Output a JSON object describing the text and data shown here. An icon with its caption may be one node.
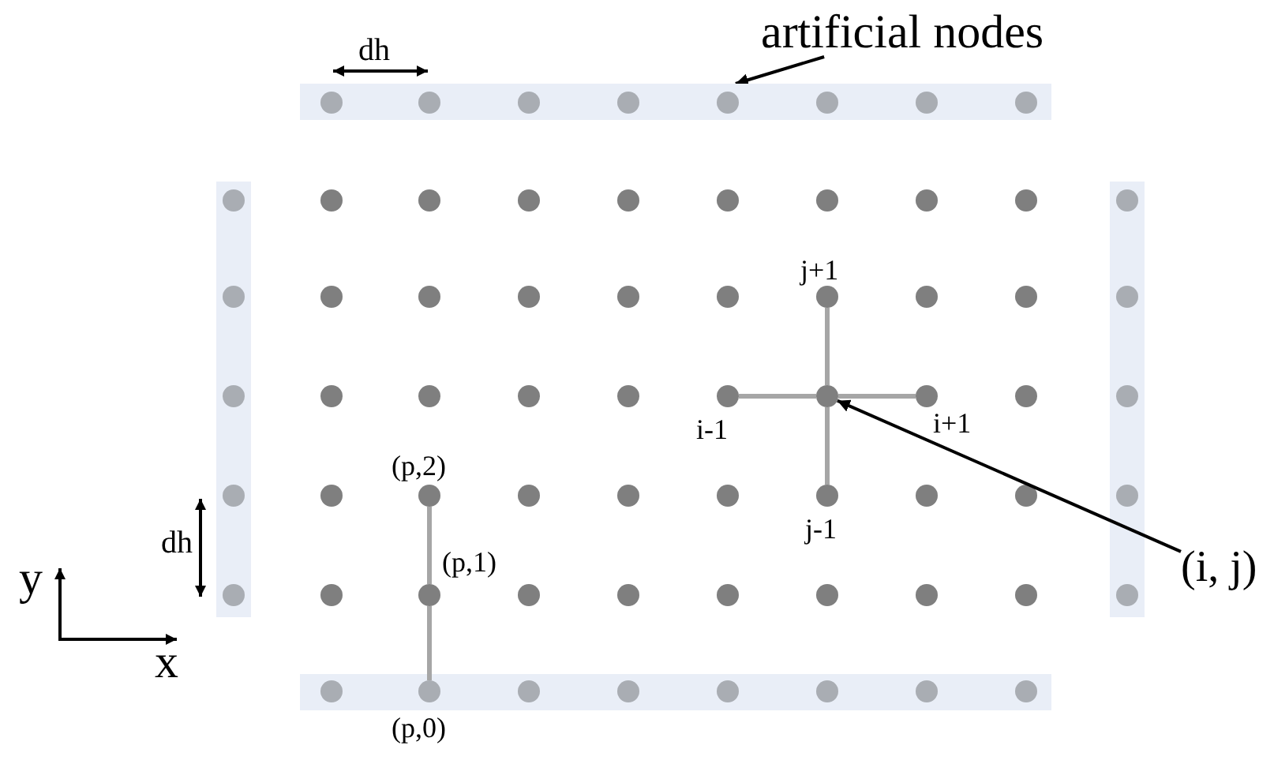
{
  "diagram": {
    "nodes": [
      {
        "text": [
          "artificial nodes"
        ]
      },
      {
        "text": [],
        "shape": "bar"
      },
      {
        "text": [],
        "shape": "circle",
        "beside": [
          "j+1"
        ]
      },
      {
        "text": [],
        "shape": "circle",
        "beside": [
          "i-1"
        ]
      },
      {
        "text": [],
        "shape": "circle"
      },
      {
        "text": [],
        "shape": "circle",
        "beside": [
          "i+1"
        ]
      },
      {
        "text": [],
        "shape": "circle",
        "beside": [
          "(p,2)"
        ]
      },
      {
        "text": [],
        "shape": "circle",
        "beside": [
          "j-1"
        ]
      },
      {
        "text": [
          "(i, j)"
        ]
      },
      {
        "text": [],
        "shape": "circle",
        "beside": [
          "(p,1)"
        ]
      },
      {
        "text": [],
        "shape": "circle",
        "beside": [
          "(p,0)"
        ]
      }
    ],
    "edges": [
      {
        "from": 0,
        "to": 1,
        "arrow": "to",
        "color": "#000000"
      },
      {
        "from": 4,
        "to": 2,
        "arrow": "none"
      },
      {
        "from": 4,
        "to": 3,
        "arrow": "none"
      },
      {
        "from": 4,
        "to": 5,
        "arrow": "none"
      },
      {
        "from": 4,
        "to": 7,
        "arrow": "none"
      },
      {
        "from": 6,
        "to": 9,
        "arrow": "none"
      },
      {
        "from": 9,
        "to": 10,
        "arrow": "none"
      },
      {
        "from": 8,
        "to": 4,
        "arrow": "to",
        "color": "#000000"
      }
    ],
    "labels": [
      "dh",
      "dh",
      "y",
      "x"
    ]
  }
}
